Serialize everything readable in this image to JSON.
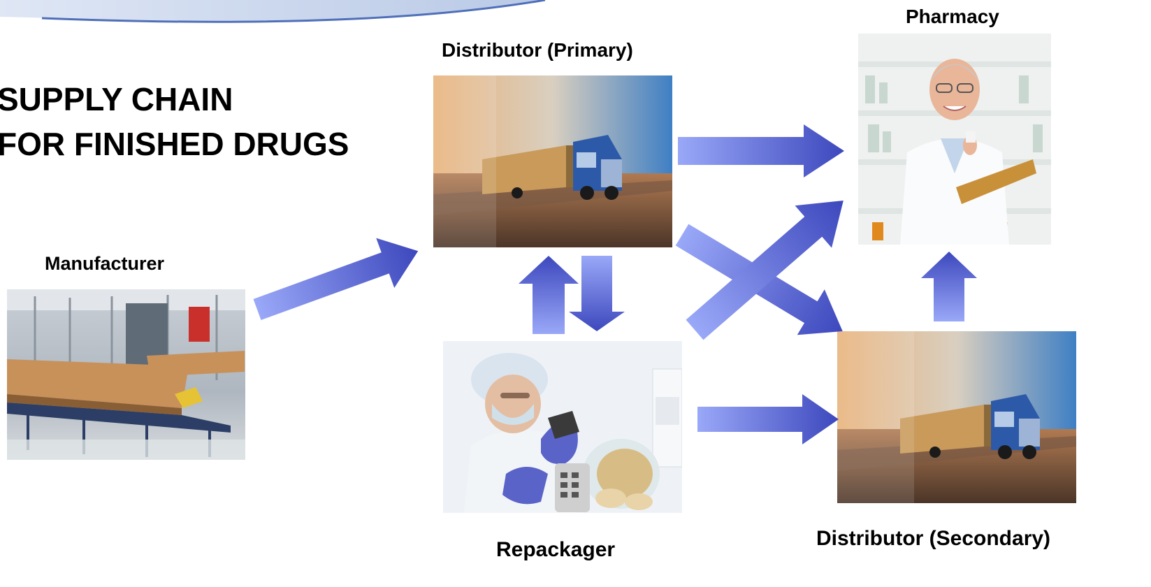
{
  "title": "SUPPLY CHAIN\nFOR FINISHED DRUGS",
  "nodes": {
    "manufacturer": {
      "label": "Manufacturer",
      "image": "factory-conveyor-photo"
    },
    "distributor_primary": {
      "label": "Distributor (Primary)",
      "image": "truck-highway-photo"
    },
    "pharmacy": {
      "label": "Pharmacy",
      "image": "pharmacist-photo"
    },
    "repackager": {
      "label": "Repackager",
      "image": "lab-technician-photo"
    },
    "distributor_secondary": {
      "label": "Distributor (Secondary)",
      "image": "truck-highway-photo"
    }
  },
  "edges": [
    {
      "from": "Manufacturer",
      "to": "Distributor (Primary)"
    },
    {
      "from": "Distributor (Primary)",
      "to": "Pharmacy"
    },
    {
      "from": "Distributor (Primary)",
      "to": "Distributor (Secondary)"
    },
    {
      "from": "Distributor (Primary)",
      "to": "Repackager"
    },
    {
      "from": "Repackager",
      "to": "Distributor (Primary)"
    },
    {
      "from": "Repackager",
      "to": "Pharmacy"
    },
    {
      "from": "Repackager",
      "to": "Distributor (Secondary)"
    },
    {
      "from": "Distributor (Secondary)",
      "to": "Pharmacy"
    }
  ],
  "colors": {
    "arrow_light": "#9aa8f8",
    "arrow_dark": "#3d48bd",
    "header_band": "#c6d3ea",
    "header_edge": "#4f6fb8"
  }
}
